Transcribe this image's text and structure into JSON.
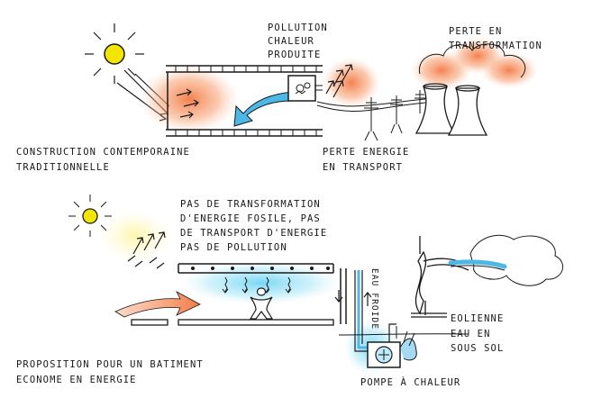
{
  "top": {
    "pollution_label": [
      "POLLUTION",
      "CHALEUR",
      "PRODUITE"
    ],
    "loss_transformation_label": [
      "PERTE EN",
      "TRANSFORMATION"
    ],
    "construction_label": [
      "CONSTRUCTION CONTEMPORAINE",
      "TRADITIONNELLE"
    ],
    "loss_transport_label": [
      "PERTE ENERGIE",
      "EN TRANSPORT"
    ]
  },
  "bottom": {
    "no_transformation_label": [
      "PAS DE TRANSFORMATION",
      "D'ENERGIE FOSILE, PAS",
      "DE TRANSPORT D'ENERGIE",
      "PAS DE POLLUTION"
    ],
    "cold_water_label": "EAU FROIDE",
    "wind_turbine_label": "EOLIENNE",
    "groundwater_label": [
      "EAU EN",
      "SOUS SOL"
    ],
    "proposal_label": [
      "PROPOSITION POUR UN BATIMENT",
      "ECONOME EN ENERGIE"
    ],
    "heat_pump_label": "POMPE À CHALEUR"
  },
  "colors": {
    "heat": "#f47a45",
    "cool": "#5fd0f2",
    "sun": "#f2e600",
    "ink": "#1a1a1a",
    "smoke": "#f7a071"
  }
}
